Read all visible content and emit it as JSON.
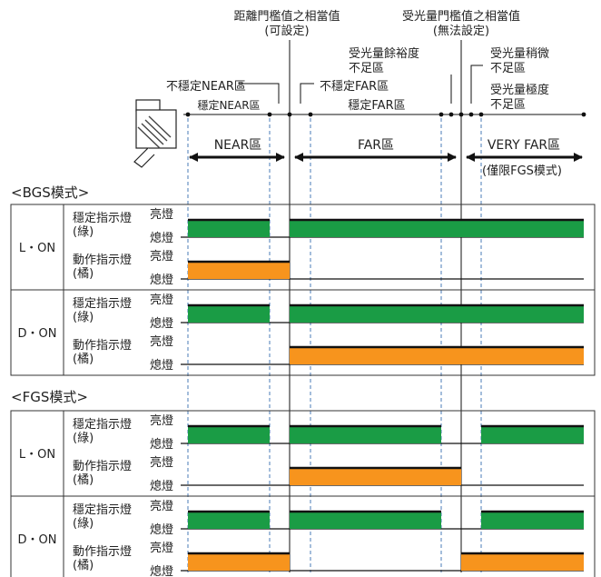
{
  "header": {
    "distance_threshold": [
      "距離門檻值之相當值",
      "(可設定)"
    ],
    "light_threshold": [
      "受光量門檻值之相當值",
      "(無法設定)"
    ],
    "margin_short": [
      "受光量餘裕度",
      "不足區"
    ],
    "slight_short": [
      "受光量稍微",
      "不足區"
    ],
    "extreme_short": [
      "受光量極度",
      "不足區"
    ],
    "unstable_near": "不穩定NEAR區",
    "unstable_far": "不穩定FAR區",
    "stable_near": "穩定NEAR區",
    "stable_far": "穩定FAR區",
    "zone_near": "NEAR區",
    "zone_far": "FAR區",
    "zone_very_far": "VERY FAR區",
    "zone_very_far_note": "(僅限FGS模式)"
  },
  "labels": {
    "stable_indicator": [
      "穩定指示燈",
      "(綠)"
    ],
    "operation_indicator": [
      "動作指示燈",
      "(橘)"
    ],
    "on_state": "亮燈",
    "off_state": "熄燈"
  },
  "colors": {
    "green": "#1a9c45",
    "orange": "#f7941d",
    "dash": "#4a7bb7"
  },
  "sections": [
    {
      "title": "<BGS模式>",
      "groups": [
        {
          "mode": "L・ON",
          "stable_on": [
            [
              0,
              1
            ],
            [
              2,
              6
            ]
          ],
          "operation_on": [
            [
              0,
              2
            ]
          ]
        },
        {
          "mode": "D・ON",
          "stable_on": [
            [
              0,
              1
            ],
            [
              2,
              6
            ]
          ],
          "operation_on": [
            [
              2,
              6
            ]
          ]
        }
      ]
    },
    {
      "title": "<FGS模式>",
      "groups": [
        {
          "mode": "L・ON",
          "stable_on": [
            [
              0,
              1
            ],
            [
              2,
              3
            ],
            [
              5,
              6
            ]
          ],
          "operation_on": [
            [
              2,
              4
            ]
          ]
        },
        {
          "mode": "D・ON",
          "stable_on": [
            [
              0,
              1
            ],
            [
              2,
              3
            ],
            [
              5,
              6
            ]
          ],
          "operation_on": [
            [
              0,
              2
            ],
            [
              4,
              6
            ]
          ]
        }
      ]
    }
  ]
}
